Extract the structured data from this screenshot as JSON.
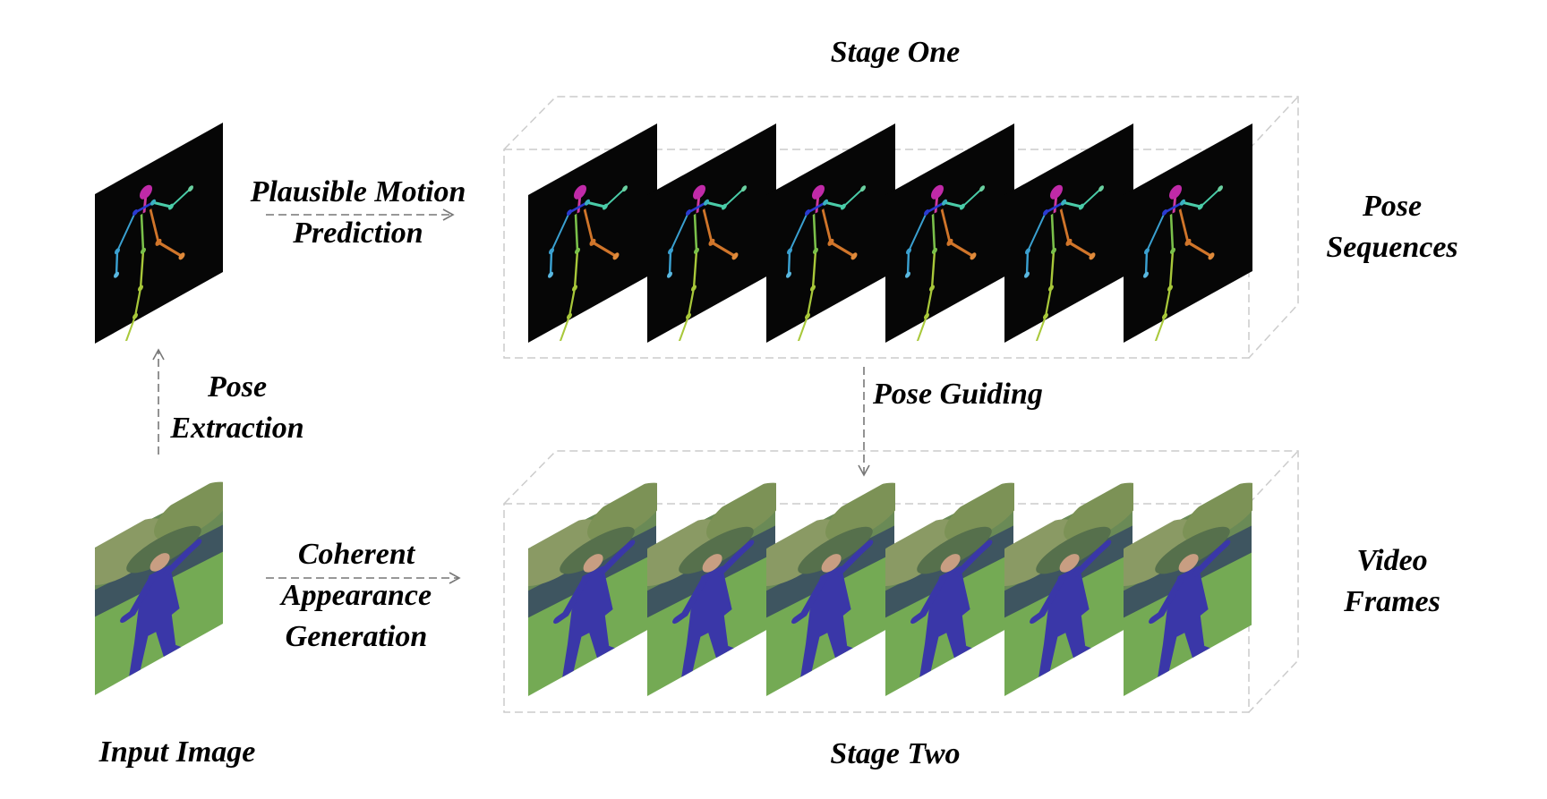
{
  "stage_one_title": "Stage One",
  "stage_two_title": "Stage Two",
  "input_image_label": "Input Image",
  "pose_extraction": [
    "Pose",
    "Extraction"
  ],
  "plausible_motion": [
    "Plausible Motion",
    "Prediction"
  ],
  "coherent_appearance": [
    "Coherent",
    "Appearance",
    "Generation"
  ],
  "pose_guiding": "Pose Guiding",
  "pose_sequences": [
    "Pose",
    "Sequences"
  ],
  "video_frames": [
    "Video",
    "Frames"
  ],
  "colors": {
    "pose_bg": "#060606",
    "frame_bg": "#6a9a4e",
    "figure": "#3a37a8",
    "arrow": "#777777",
    "box": "#cccccc"
  },
  "pose_frame_count": 6,
  "video_frame_count": 6
}
